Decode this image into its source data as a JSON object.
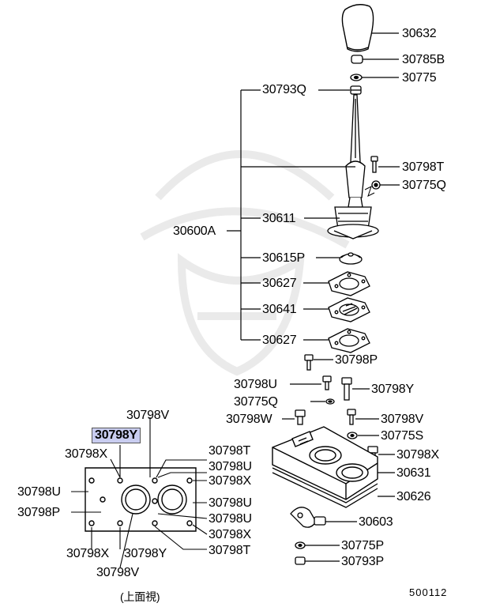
{
  "highlight_color": "#c9cdf0",
  "line_color": "#000000",
  "watermark_icon": "samurai-helmet-watermark",
  "parts": {
    "p30632": "30632",
    "p30785B": "30785B",
    "p30775": "30775",
    "p30793Q": "30793Q",
    "p30798T_top": "30798T",
    "p30775Q_top": "30775Q",
    "p30600A": "30600A",
    "p30611": "30611",
    "p30615P": "30615P",
    "p30627_a": "30627",
    "p30641": "30641",
    "p30627_b": "30627",
    "p30798P_mid": "30798P",
    "p30798U_mid": "30798U",
    "p30798Y_mid": "30798Y",
    "p30775Q_mid": "30775Q",
    "p30798W": "30798W",
    "p30798V_mid": "30798V",
    "p30775S": "30775S",
    "p30798X_mid": "30798X",
    "p30631": "30631",
    "p30626": "30626",
    "p30603": "30603",
    "p30775P": "30775P",
    "p30793P": "30793P"
  },
  "gasket_view": {
    "top_v": "30798V",
    "highlighted_y": "30798Y",
    "x_top_left": "30798X",
    "u_left": "30798U",
    "p_left": "30798P",
    "x_bottom_left": "30798X",
    "y_bottom": "30798Y",
    "v_bottom": "30798V",
    "t_right_top": "30798T",
    "u_right_1": "30798U",
    "x_right_1": "30798X",
    "u_right_2": "30798U",
    "u_right_3": "30798U",
    "x_right_2": "30798X",
    "t_right_bottom": "30798T",
    "caption": "(上面視)"
  },
  "diagram_id": "500112"
}
